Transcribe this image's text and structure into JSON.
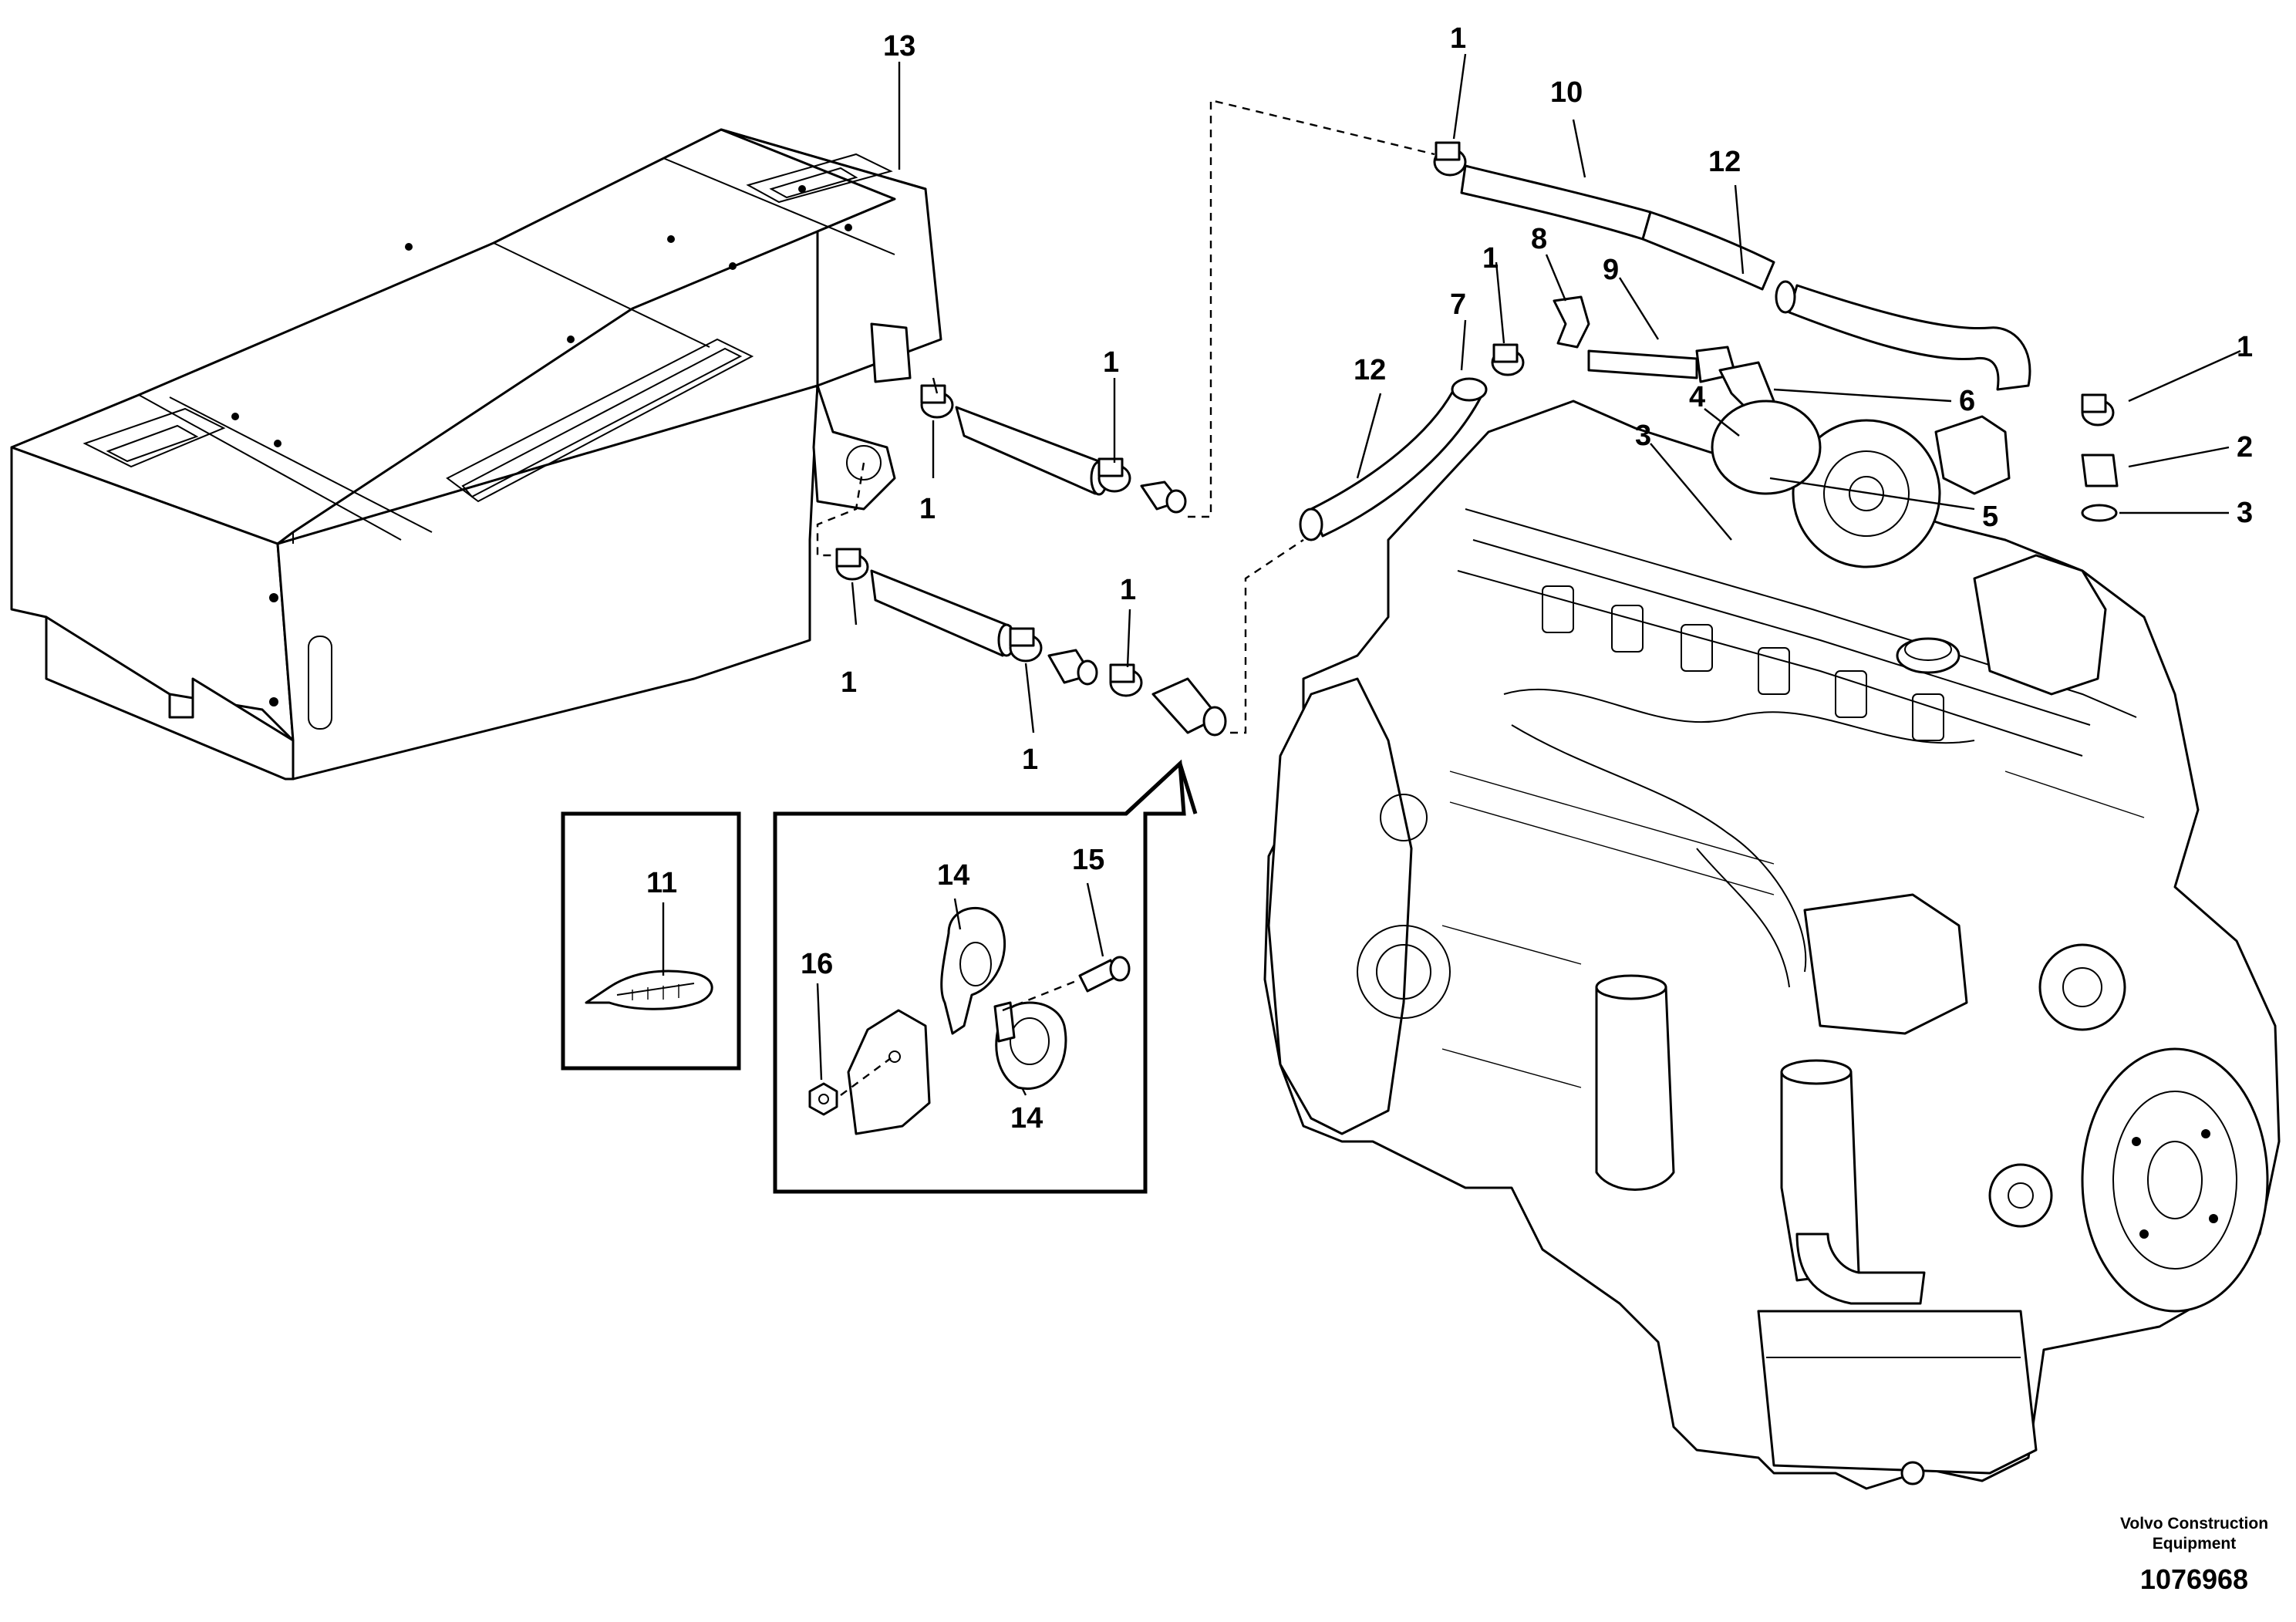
{
  "callouts": {
    "c13": "13",
    "c1_top": "1",
    "c10": "10",
    "c12_top": "12",
    "c8": "8",
    "c1_mid": "1",
    "c9": "9",
    "c7": "7",
    "c12_left": "12",
    "c1_hose_a": "1",
    "c1_hose_b": "1",
    "c1_right": "1",
    "c2": "2",
    "c3_right": "3",
    "c6": "6",
    "c4": "4",
    "c3_left": "3",
    "c5": "5",
    "c1_lower_a": "1",
    "c1_lower_b": "1",
    "c1_lower_c": "1",
    "c1_lower_d": "1",
    "c11": "11",
    "c14_top": "14",
    "c15": "15",
    "c16": "16",
    "c14_bottom": "14"
  },
  "footer": {
    "brand_line1": "Volvo Construction",
    "brand_line2": "Equipment",
    "doc_number": "1076968"
  }
}
